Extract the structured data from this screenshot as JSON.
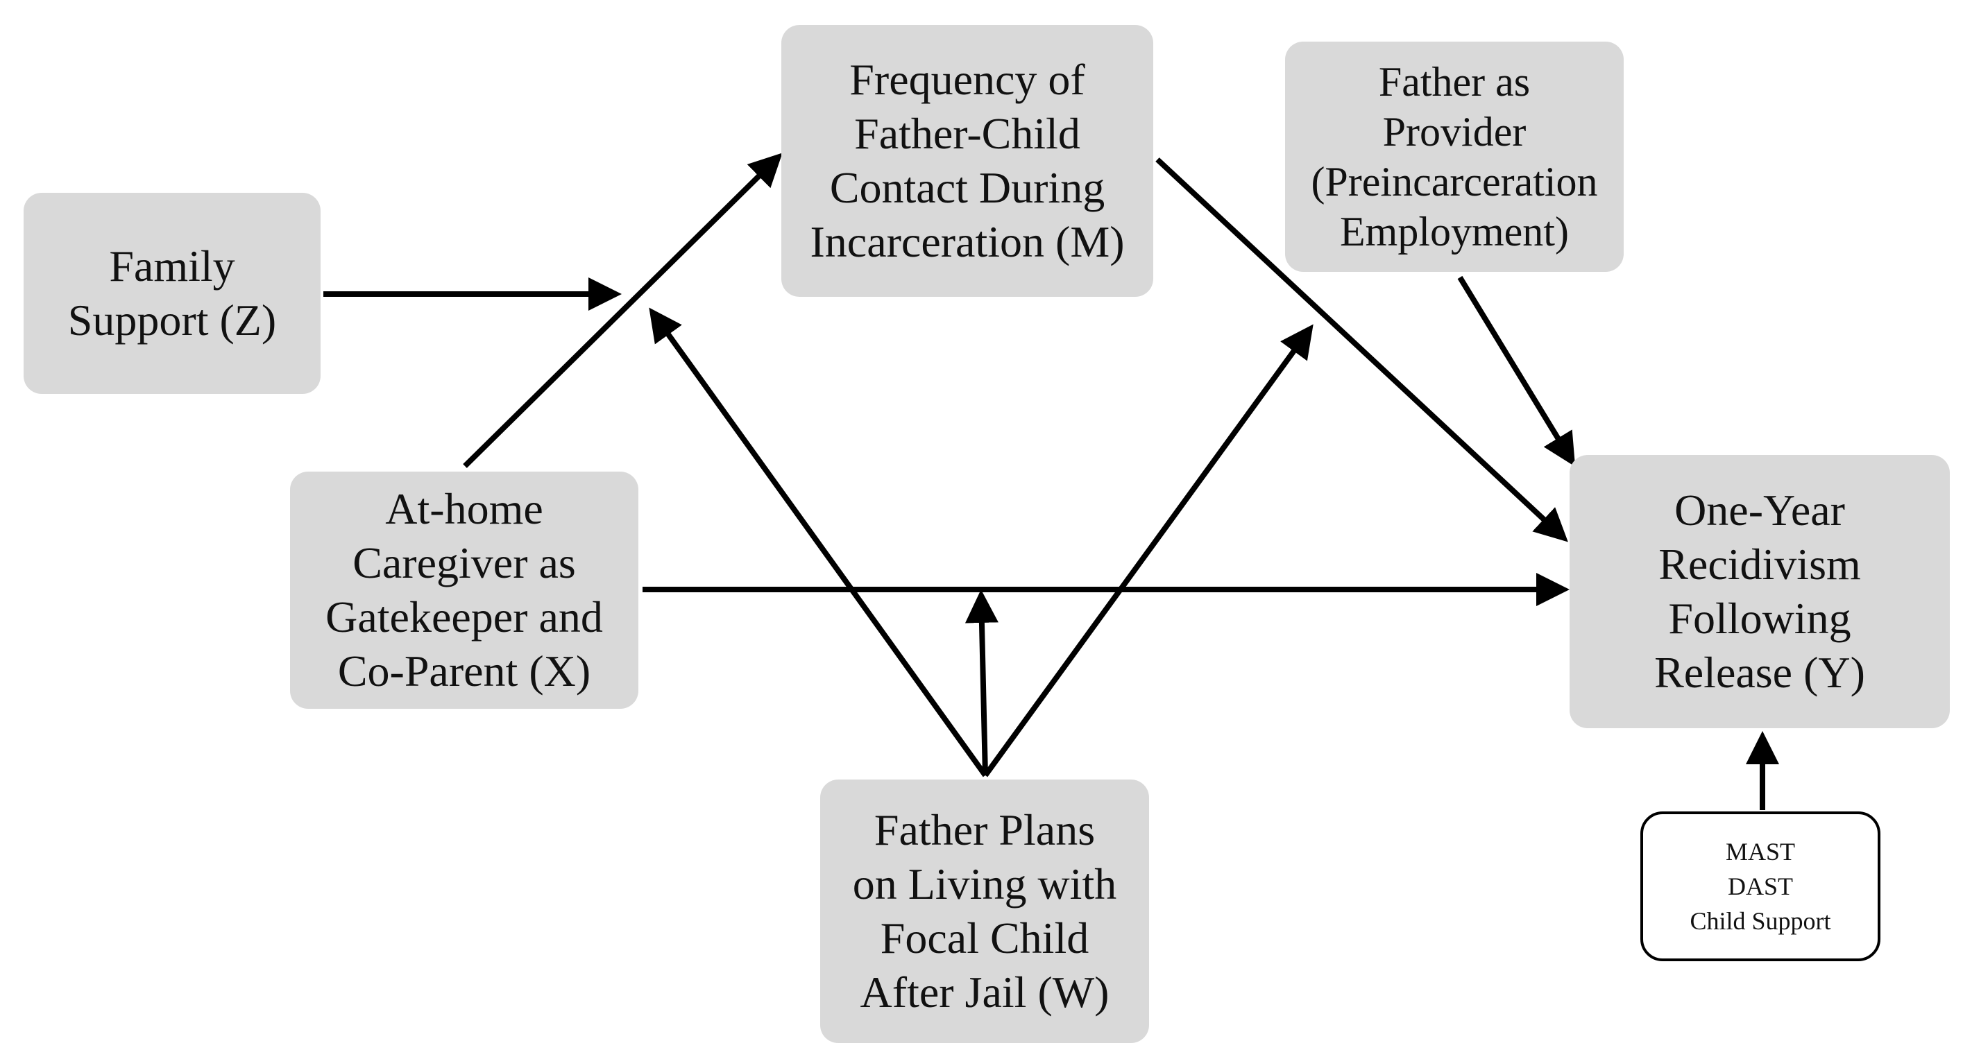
{
  "nodes": {
    "family_support": {
      "lines": [
        "Family",
        "Support (Z)"
      ]
    },
    "contact_frequency": {
      "lines": [
        "Frequency of",
        "Father-Child",
        "Contact During",
        "Incarceration (M)"
      ]
    },
    "father_provider": {
      "lines": [
        "Father as",
        "Provider",
        "(Preincarceration",
        "Employment)"
      ]
    },
    "caregiver": {
      "lines": [
        "At-home",
        "Caregiver as",
        "Gatekeeper and",
        "Co-Parent (X)"
      ]
    },
    "recidivism": {
      "lines": [
        "One-Year",
        "Recidivism",
        "Following",
        "Release (Y)"
      ]
    },
    "father_plans": {
      "lines": [
        "Father Plans",
        "on Living with",
        "Focal Child",
        "After Jail (W)"
      ]
    },
    "covariates": {
      "lines": [
        "MAST",
        "DAST",
        "Child Support"
      ]
    }
  },
  "colors": {
    "box_fill": "#d9d9d9",
    "arrow": "#000000",
    "covariate_fill": "#ffffff"
  }
}
